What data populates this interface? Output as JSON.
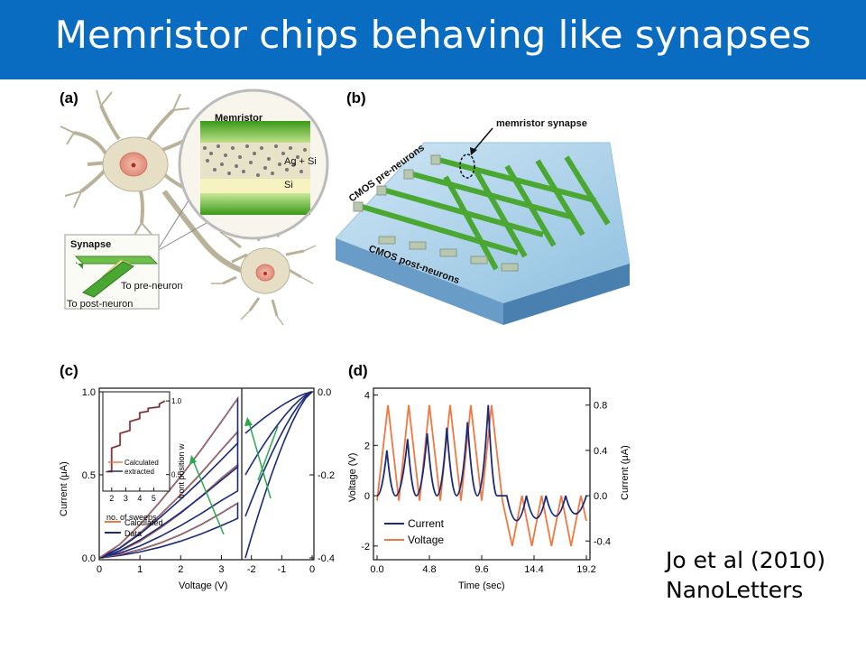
{
  "slide": {
    "title": "Memristor chips behaving like synapses"
  },
  "citation": {
    "line1": "Jo et al (2010)",
    "line2": "NanoLetters"
  },
  "colors": {
    "title_bar": "#0a6cc0",
    "series_current": "#1c2a7a",
    "series_voltage": "#f07840",
    "wire": "#4aa832",
    "arrow": "#2aa84a"
  },
  "panel_a": {
    "label": "(a)",
    "memristor": "Memristor",
    "ag_si": "Ag + Si",
    "si": "Si",
    "synapse": "Synapse",
    "to_pre": "To pre-neuron",
    "to_post": "To post-neuron"
  },
  "panel_b": {
    "label": "(b)",
    "callout": "memristor synapse",
    "pre": "CMOS pre-neurons",
    "post": "CMOS post-neurons"
  },
  "chart_data": [
    {
      "type": "line",
      "panel": "(c)",
      "xlabel": "Voltage (V)",
      "ylabel": "Current (μA)",
      "left": {
        "x_ticks": [
          "0",
          "1",
          "2",
          "3"
        ],
        "xlim": [
          0,
          3.5
        ],
        "y_ticks": [
          "0.0",
          "0.5",
          "1.0"
        ],
        "ylim": [
          0,
          1.0
        ]
      },
      "right": {
        "x_ticks": [
          "-2",
          "-1",
          "0"
        ],
        "xlim": [
          -2.2,
          0
        ],
        "y_ticks": [
          "0.0",
          "-0.2",
          "-0.4"
        ],
        "ylim": [
          -0.4,
          0
        ]
      },
      "legend": [
        "Calculated",
        "Data"
      ],
      "sweeps_left": [
        {
          "name": "Data",
          "x": [
            0,
            0.5,
            1,
            1.5,
            2,
            2.5,
            3,
            3.4
          ],
          "y": [
            0.0,
            0.02,
            0.05,
            0.09,
            0.14,
            0.2,
            0.27,
            0.33
          ]
        },
        {
          "name": "Data",
          "x": [
            0,
            0.5,
            1,
            1.5,
            2,
            2.5,
            3,
            3.4
          ],
          "y": [
            0.0,
            0.04,
            0.1,
            0.18,
            0.27,
            0.37,
            0.48,
            0.56
          ]
        },
        {
          "name": "Data",
          "x": [
            0,
            0.5,
            1,
            1.5,
            2,
            2.5,
            3,
            3.4
          ],
          "y": [
            0.0,
            0.06,
            0.15,
            0.26,
            0.38,
            0.51,
            0.65,
            0.76
          ]
        },
        {
          "name": "Data",
          "x": [
            0,
            0.5,
            1,
            1.5,
            2,
            2.5,
            3,
            3.4
          ],
          "y": [
            0.0,
            0.08,
            0.2,
            0.34,
            0.49,
            0.65,
            0.82,
            0.96
          ]
        }
      ],
      "inset": {
        "xlabel": "no. of sweeps",
        "ylabel": "front position w",
        "x_ticks": [
          "2",
          "3",
          "4",
          "5"
        ],
        "y_ticks": [
          "0.5",
          "1.0"
        ],
        "legend": [
          "Calculated",
          "extracted"
        ],
        "steps_x": [
          1.6,
          2.0,
          2.0,
          2.6,
          2.6,
          3.3,
          3.3,
          4.0,
          4.0,
          4.6,
          4.6,
          5.4,
          5.4,
          5.8
        ],
        "steps_y": [
          0.52,
          0.52,
          0.68,
          0.7,
          0.78,
          0.8,
          0.86,
          0.88,
          0.92,
          0.93,
          0.95,
          0.96,
          0.98,
          1.0
        ]
      }
    },
    {
      "type": "line",
      "panel": "(d)",
      "xlabel": "Time (sec)",
      "ylabel_left": "Voltage (V)",
      "ylabel_right": "Current (μA)",
      "x_ticks": [
        "0.0",
        "4.8",
        "9.6",
        "14.4",
        "19.2"
      ],
      "xlim": [
        0,
        19.2
      ],
      "y_left_ticks": [
        "-2",
        "0",
        "2",
        "4"
      ],
      "ylim_left": [
        -2.4,
        4.2
      ],
      "y_right_ticks": [
        "-0.4",
        "0.0",
        "0.4",
        "0.8"
      ],
      "series": [
        {
          "name": "Current",
          "x": [
            0,
            0.9,
            1.7,
            2.8,
            3.6,
            4.6,
            5.5,
            6.4,
            7.3,
            8.3,
            9.2,
            10.2,
            11.0,
            11.9,
            12.8,
            13.7,
            14.6,
            15.5,
            16.4,
            17.3,
            18.2,
            19.2
          ],
          "y": [
            0.0,
            0.4,
            0.0,
            0.5,
            0.0,
            0.55,
            0.0,
            0.6,
            0.0,
            0.65,
            0.0,
            0.8,
            0.0,
            0.0,
            -0.22,
            0.0,
            -0.2,
            0.0,
            -0.18,
            0.0,
            -0.16,
            0.0
          ]
        },
        {
          "name": "Voltage",
          "x": [
            0,
            1.0,
            2.0,
            2.9,
            3.9,
            4.8,
            5.8,
            6.7,
            7.7,
            8.6,
            9.6,
            10.5,
            11.5,
            12.4,
            13.3,
            14.2,
            15.1,
            16.0,
            16.9,
            17.8,
            18.7,
            19.2
          ],
          "y": [
            -0.2,
            3.6,
            -0.2,
            3.6,
            -0.2,
            3.6,
            -0.2,
            3.6,
            -0.2,
            3.6,
            -0.2,
            3.6,
            -0.2,
            -2.0,
            0.0,
            -2.0,
            0.0,
            -2.0,
            0.0,
            -2.0,
            0.0,
            -1.0
          ]
        }
      ]
    }
  ]
}
